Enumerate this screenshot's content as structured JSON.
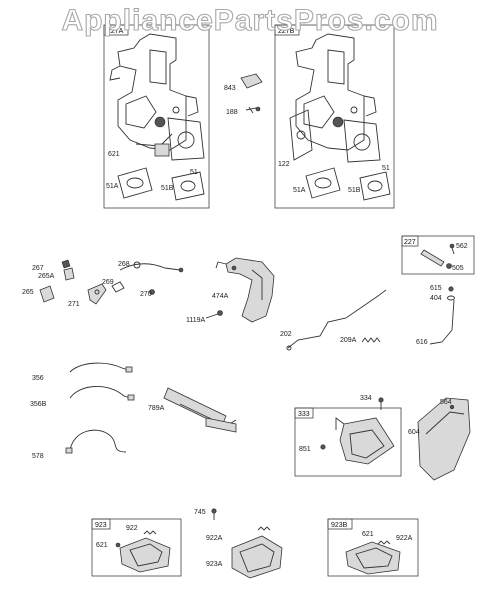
{
  "watermark": "AppliancePartsPros.com",
  "boxes": {
    "box_227a": "227A",
    "box_227b": "227B",
    "box_227": "227",
    "box_333": "333",
    "box_923": "923",
    "box_923b": "923B"
  },
  "labels": {
    "l_621_a": "621",
    "l_51a_a": "51A",
    "l_51b_a": "51B",
    "l_51_a": "51",
    "l_843": "843",
    "l_188": "188",
    "l_122": "122",
    "l_51_b": "51",
    "l_51a_b": "51A",
    "l_51b_b": "51B",
    "l_562": "562",
    "l_505": "505",
    "l_267": "267",
    "l_265a": "265A",
    "l_265": "265",
    "l_271": "271",
    "l_268": "268",
    "l_269": "269",
    "l_270": "270",
    "l_474a": "474A",
    "l_1119a": "1119A",
    "l_202": "202",
    "l_209a": "209A",
    "l_615": "615",
    "l_404": "404",
    "l_616": "616",
    "l_356": "356",
    "l_356b": "356B",
    "l_578": "578",
    "l_789a": "789A",
    "l_334": "334",
    "l_851": "851",
    "l_564": "564",
    "l_604": "604",
    "l_745": "745",
    "l_922_a": "922",
    "l_621_b": "621",
    "l_922a_a": "922A",
    "l_923a": "923A",
    "l_621_c": "621",
    "l_922a_b": "922A"
  }
}
